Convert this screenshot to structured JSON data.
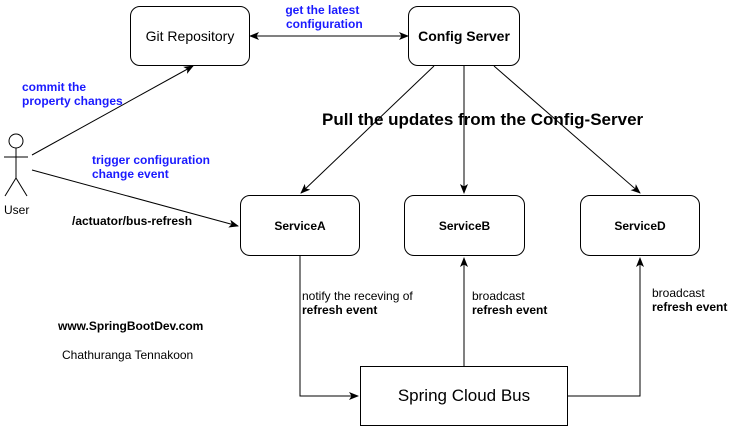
{
  "nodes": {
    "git_repository": "Git Repository",
    "config_server": "Config Server",
    "service_a": "ServiceA",
    "service_b": "ServiceB",
    "service_d": "ServiceD",
    "spring_cloud_bus": "Spring Cloud Bus",
    "user": "User"
  },
  "edge_labels": {
    "get_latest_config": [
      "get the latest",
      "configuration"
    ],
    "commit_changes": [
      "commit the",
      "property changes"
    ],
    "trigger_event": [
      "trigger configuration",
      "change event"
    ],
    "actuator_endpoint": "/actuator/bus-refresh",
    "notify_receiving": [
      "notify the receving of",
      "refresh event"
    ],
    "broadcast_b": [
      "broadcast",
      "refresh event"
    ],
    "broadcast_d": [
      "broadcast",
      "refresh event"
    ]
  },
  "heading": "Pull the updates from the Config-Server",
  "footer": {
    "website": "www.SpringBootDev.com",
    "author": "Chathuranga Tennakoon"
  },
  "colors": {
    "label_blue": "#1a1aff",
    "line": "#000000"
  }
}
